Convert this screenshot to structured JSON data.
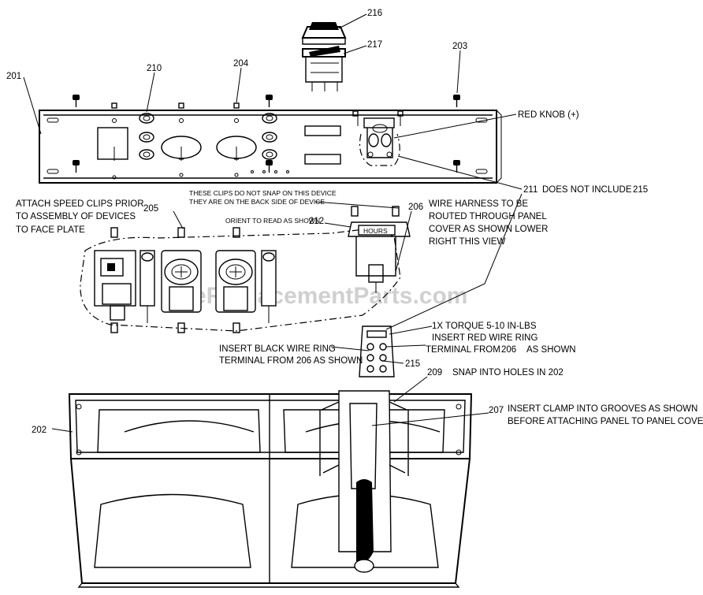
{
  "watermark": "eReplacementParts.com",
  "callouts": {
    "n201": "201",
    "n202": "202",
    "n203": "203",
    "n204": "204",
    "n205": "205",
    "n206": "206",
    "n207": "207",
    "n209": "209",
    "n210": "210",
    "n211": "211",
    "n212": "212",
    "n215": "215",
    "n216": "216",
    "n217": "217"
  },
  "notes": {
    "red_knob": "RED KNOB (+)",
    "does_not_include": "DOES NOT INCLUDE",
    "does_not_include_num": "215",
    "attach_speed_clips_1": "ATTACH SPEED CLIPS PRIOR",
    "attach_speed_clips_2": "TO ASSEMBLY OF DEVICES",
    "attach_speed_clips_3": "TO FACE PLATE",
    "clips_note_1": "THESE CLIPS DO NOT SNAP ON THIS DEVICE",
    "clips_note_2": "THEY ARE ON THE BACK SIDE OF DEVICE",
    "orient": "ORIENT TO READ AS SHOWN",
    "hours": "HOURS",
    "wire_harness_1": "WIRE HARNESS TO BE",
    "wire_harness_2": "ROUTED THROUGH PANEL",
    "wire_harness_3": "COVER AS SHOWN LOWER",
    "wire_harness_4": "RIGHT THIS VIEW",
    "torque_1": "1X TORQUE 5-10 IN-LBS",
    "torque_2": "INSERT RED WIRE RING",
    "torque_3": "TERMINAL FROM",
    "torque_3_num": "206",
    "torque_3_end": "AS SHOWN",
    "black_wire_1": "INSERT BLACK WIRE RING",
    "black_wire_2": "TERMINAL FROM 206 AS SHOWN",
    "snap_holes": "SNAP INTO HOLES IN 202",
    "clamp_1": "INSERT CLAMP INTO GROOVES AS SHOWN",
    "clamp_2": "BEFORE ATTACHING PANEL TO PANEL COVER"
  }
}
